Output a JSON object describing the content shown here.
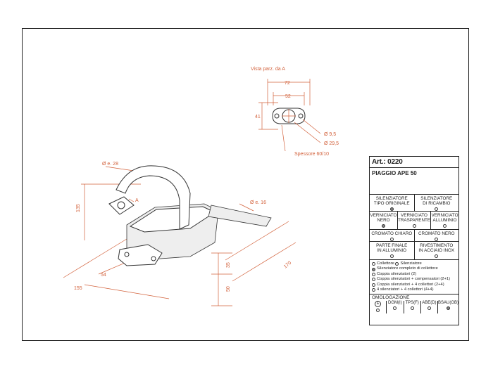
{
  "view": {
    "partial_view_label": "Vista parz. da A",
    "dim_72": "72",
    "dim_52": "52",
    "dim_41": "41",
    "dim_hole": "Ø 9,5",
    "dim_pipe": "Ø 29,5",
    "thickness": "Spessore 60/10"
  },
  "main": {
    "dim_inlet": "Ø e. 28",
    "dim_outlet": "Ø e. 16",
    "dim_135": "135",
    "dim_54": "54",
    "dim_155": "155",
    "dim_35": "35",
    "dim_50": "50",
    "dim_170": "170",
    "view_arrow": "A"
  },
  "panel": {
    "art_prefix": "Art.:",
    "art_number": "0220",
    "model": "PIAGGIO APE 50",
    "row1": [
      {
        "line1": "SILENZIATORE",
        "line2": "TIPO ORIGINALE",
        "on": true
      },
      {
        "line1": "SILENZIATORE",
        "line2": "DI RICAMBIO",
        "on": false
      }
    ],
    "row2": [
      {
        "line1": "VERNICIATO",
        "line2": "NERO",
        "on": true
      },
      {
        "line1": "VERNICIATO",
        "line2": "TRASPARENTE",
        "on": false
      },
      {
        "line1": "VERNICIATO",
        "line2": "ALLUMINIO",
        "on": false
      }
    ],
    "row3": [
      {
        "line1": "CROMATO CHIARO",
        "on": false
      },
      {
        "line1": "CROMATO NERO",
        "on": false
      }
    ],
    "row4": [
      {
        "line1": "PARTE FINALE",
        "line2": "IN ALLUMINIO",
        "on": false
      },
      {
        "line1": "RIVESTIMENTO",
        "line2": "IN ACCIAIO INOX",
        "on": false
      }
    ],
    "list_top_a": "Collettore",
    "list_top_b": "Silenziatore",
    "list": [
      {
        "label": "Silenziatore completo di collettore",
        "on": true
      },
      {
        "label": "Coppia silenziatori (2)",
        "on": false
      },
      {
        "label": "Coppia silenziatori + compensatori (2+1)",
        "on": false
      },
      {
        "label": "Coppia silenziatori + 4 collettori (2+4)",
        "on": false
      },
      {
        "label": "4 silenziatori + 4 collettori (4+4)",
        "on": false
      }
    ],
    "omologazione": "OMOLOGAZIONE",
    "omo_e": "E",
    "omo_cols": [
      {
        "label": "DGM(I)",
        "on": false
      },
      {
        "label": "TPS(F)",
        "on": false
      },
      {
        "label": "ABE(D)",
        "on": false
      },
      {
        "label": "BSAU(GB)",
        "on": true
      }
    ]
  },
  "colors": {
    "dimension": "#d2603a",
    "line": "#222222"
  }
}
